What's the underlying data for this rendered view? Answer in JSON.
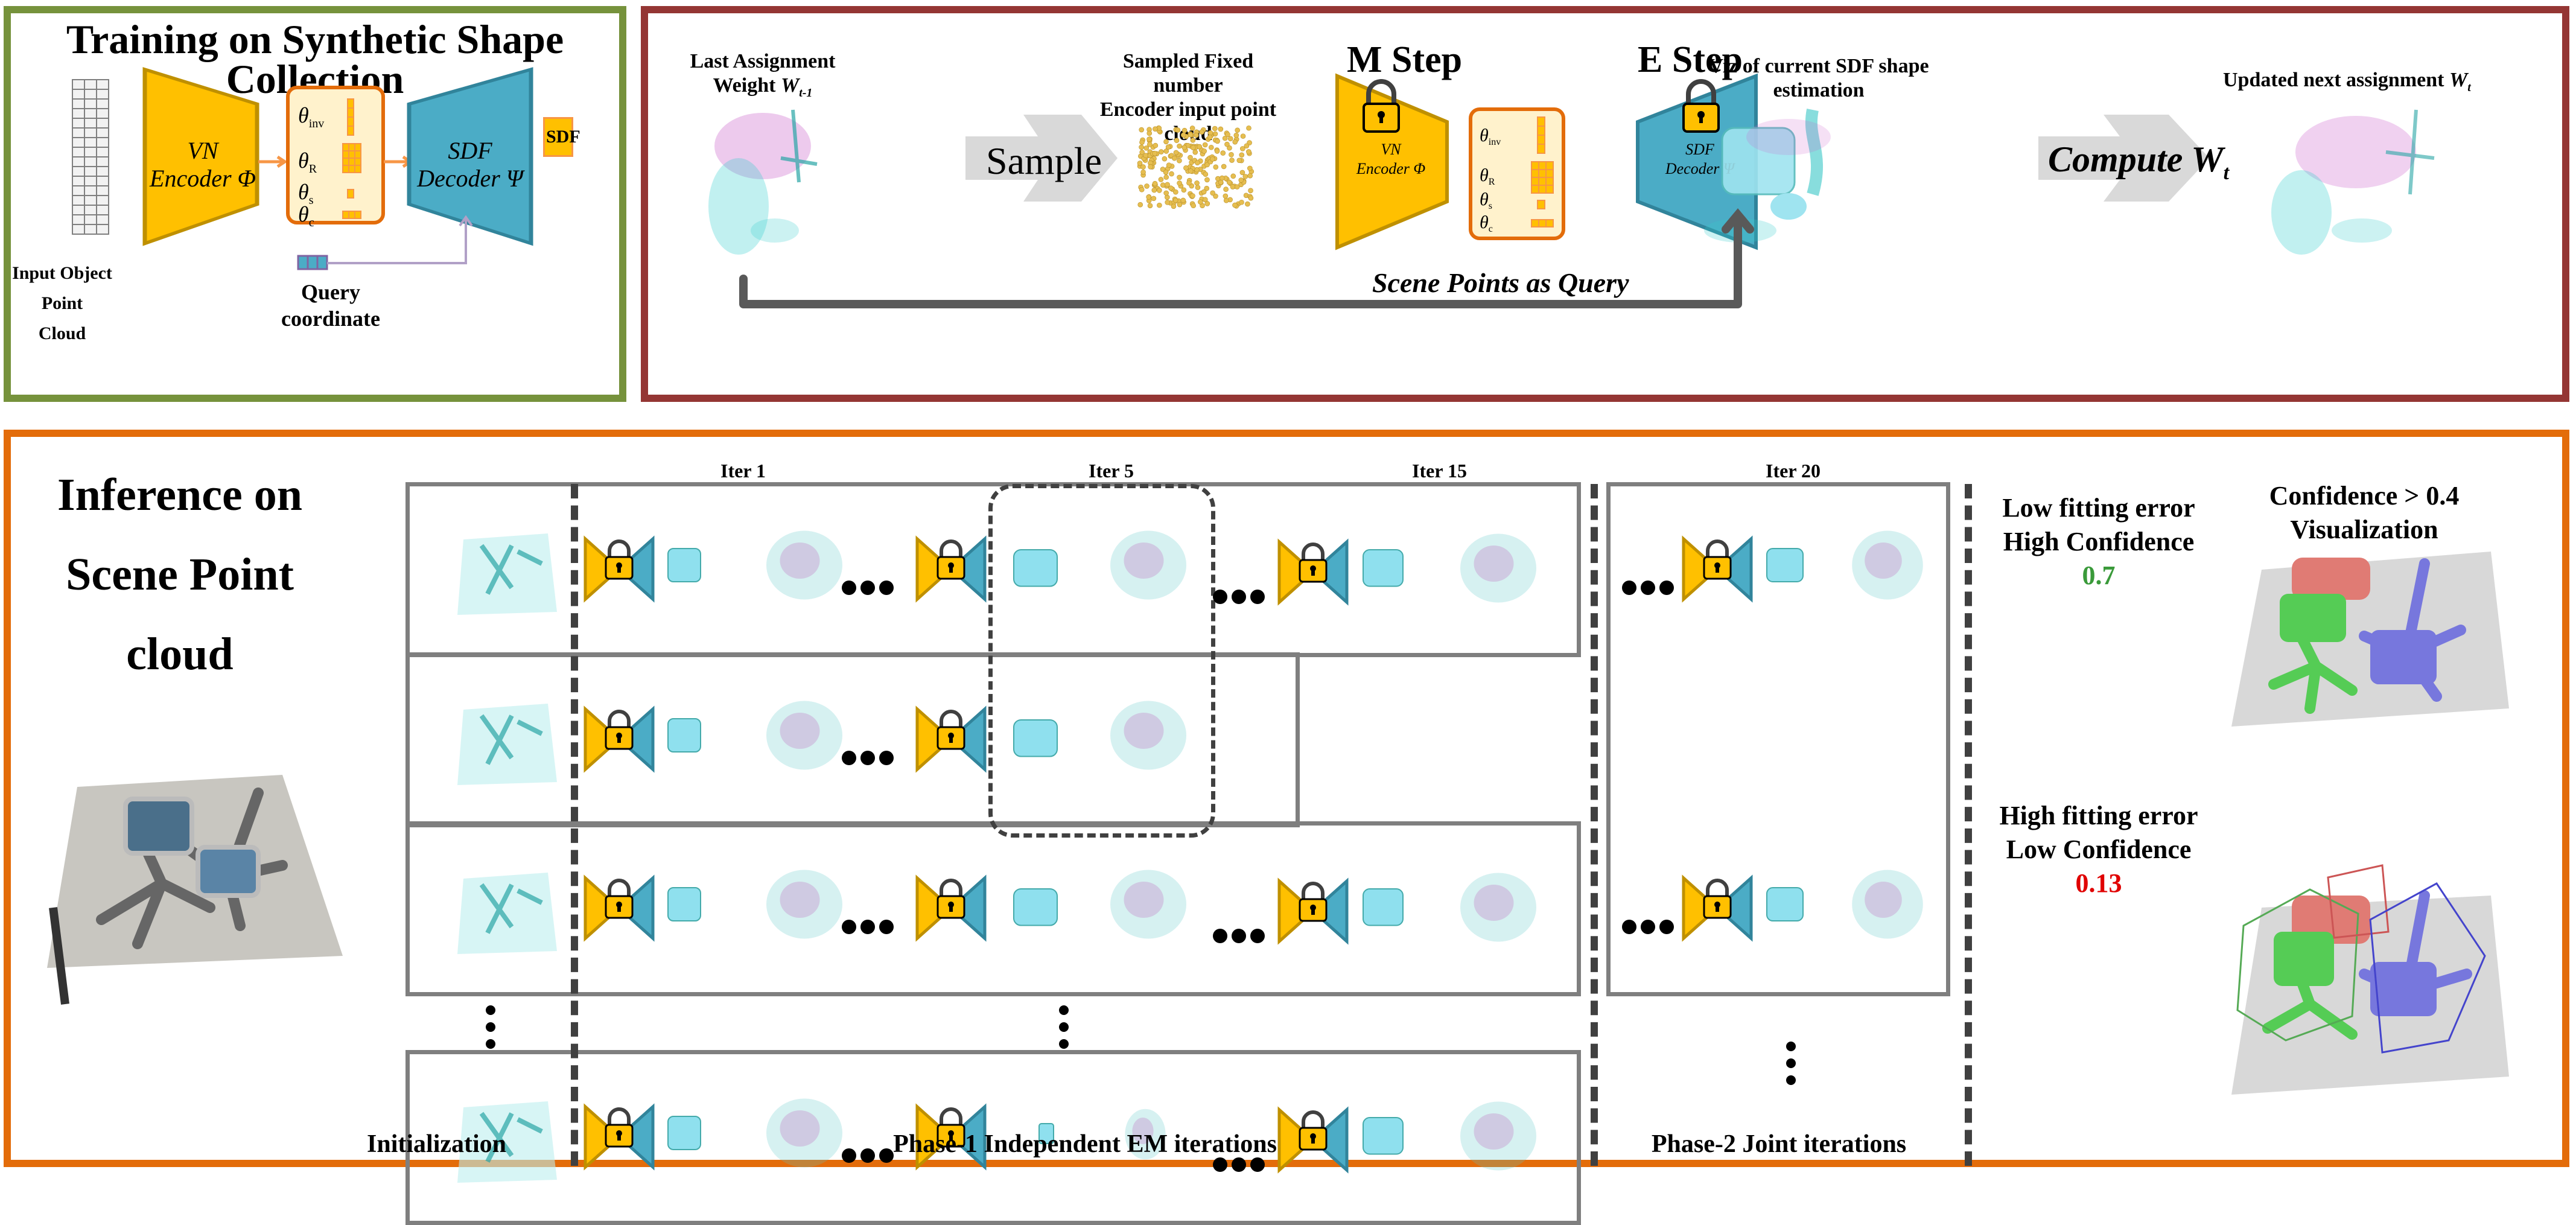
{
  "training_panel": {
    "title_line1": "Training on Synthetic Shape",
    "title_line2": "Collection",
    "encoder_line1": "VN",
    "encoder_line2": "Encoder Φ",
    "decoder_line1": "SDF",
    "decoder_line2": "Decoder Ψ",
    "output_label": "SDF",
    "input_label_line1": "Input Object Point",
    "input_label_line2": "Cloud",
    "query_label_line1": "Query",
    "query_label_line2": "coordinate",
    "latent": {
      "inv": "θ",
      "inv_sub": "inv",
      "R": "θ",
      "R_sub": "R",
      "s": "θ",
      "s_sub": "s",
      "c": "θ",
      "c_sub": "c"
    }
  },
  "em_panel": {
    "last_assignment_line1": "Last Assignment",
    "last_assignment_line2": "Weight ",
    "last_assignment_var": "W",
    "last_assignment_sub": "t-1",
    "sample_arrow_label": "Sample",
    "sampled_line1": "Sampled Fixed number",
    "sampled_line2": "Encoder input point cloud",
    "m_step_label": "M Step",
    "e_step_label": "E Step",
    "encoder_line1": "VN",
    "encoder_line2": "Encoder Φ",
    "decoder_line1": "SDF",
    "decoder_line2": "Decoder Ψ",
    "viz_line1": "Viz of current SDF shape",
    "viz_line2": "estimation",
    "compute_arrow_label": "Compute ",
    "compute_var": "W",
    "compute_sub": "t",
    "updated_label": "Updated next assignment ",
    "updated_var": "W",
    "updated_sub": "t",
    "scene_query_label": "Scene Points as Query"
  },
  "inference_panel": {
    "title_line1": "Inference on",
    "title_line2": "Scene Point",
    "title_line3": "cloud",
    "iter_labels": [
      "Iter 1",
      "Iter 5",
      "Iter 15",
      "Iter 20"
    ],
    "initialization_label": "Initialization",
    "phase1_label": "Phase-1 Independent EM iterations",
    "phase2_label": "Phase-2 Joint iterations",
    "high_conf": {
      "line1": "Low fitting error",
      "line2": "High Confidence",
      "value": "0.7"
    },
    "low_conf": {
      "line1": "High fitting error",
      "line2": "Low Confidence",
      "value": "0.13"
    },
    "viz_title_line1": "Confidence > 0.4",
    "viz_title_line2": "Visualization"
  },
  "colors": {
    "training_border": "#76923c",
    "em_border": "#943634",
    "inference_border": "#e36c0a",
    "encoder_fill": "#ffc000",
    "encoder_stroke": "#bf9000",
    "decoder_fill": "#4bacc6",
    "decoder_stroke": "#31849b",
    "latent_fill": "#fff2cc",
    "latent_stroke": "#e36c0a",
    "high_conf_value": "#3a9a3a",
    "low_conf_value": "#e00000"
  }
}
